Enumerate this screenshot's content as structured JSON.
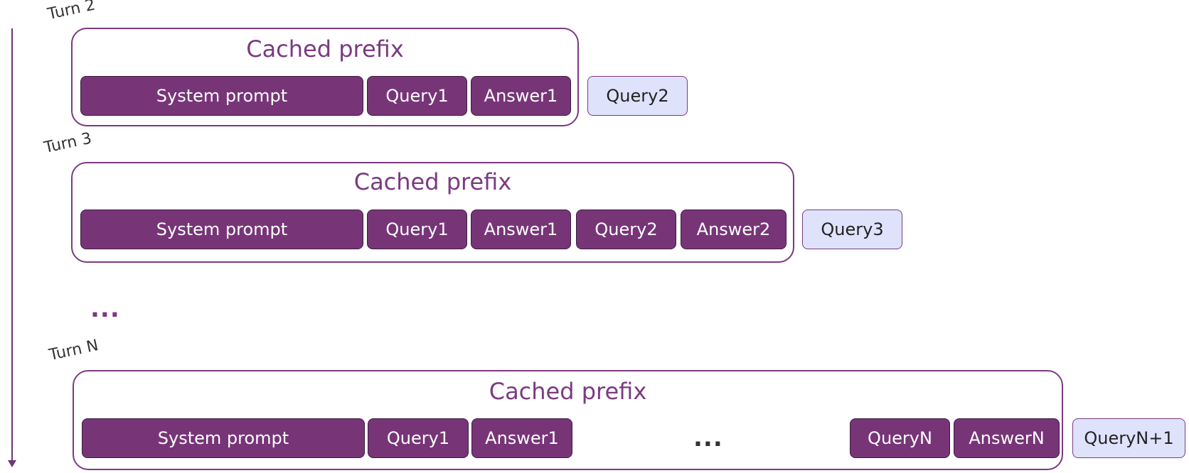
{
  "turns": [
    {
      "label": "Turn 2",
      "cache_title": "Cached prefix",
      "tokens": [
        "System prompt",
        "Query1",
        "Answer1"
      ],
      "query": "Query2"
    },
    {
      "label": "Turn 3",
      "cache_title": "Cached prefix",
      "tokens": [
        "System prompt",
        "Query1",
        "Answer1",
        "Query2",
        "Answer2"
      ],
      "query": "Query3"
    },
    {
      "label": "Turn N",
      "cache_title": "Cached prefix",
      "tokens": [
        "System prompt",
        "Query1",
        "Answer1",
        "QueryN",
        "AnswerN"
      ],
      "inner_ellipsis": "...",
      "query": "QueryN+1"
    }
  ],
  "between_turns_ellipsis": "...",
  "colors": {
    "cached_token_fill": "#773578",
    "cache_border": "#7b3a82",
    "new_query_fill": "#dfe2fb",
    "timeline": "#6b3777"
  }
}
